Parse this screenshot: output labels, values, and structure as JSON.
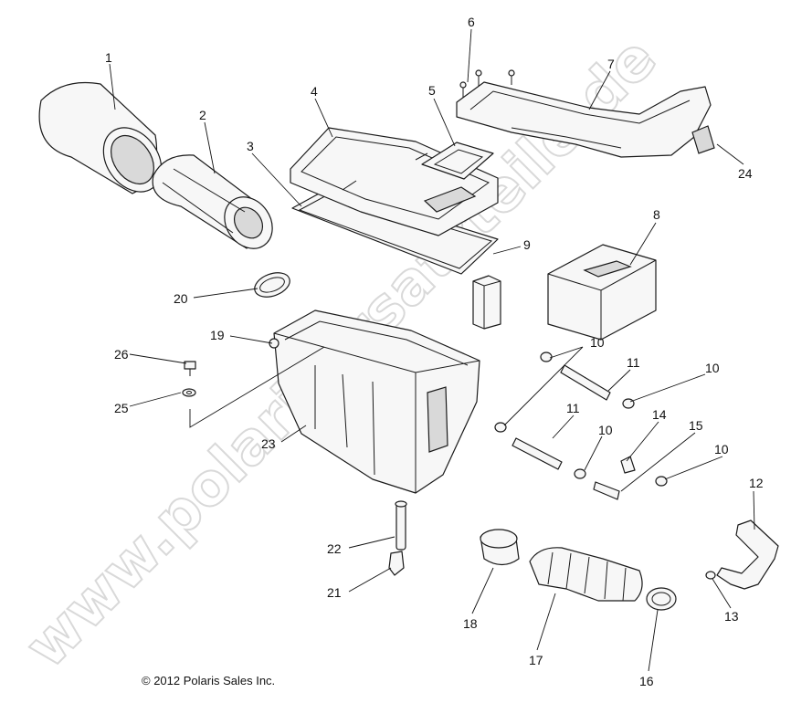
{
  "watermark": "www.polarisersatzteile.de",
  "copyright": "© 2012 Polaris Sales Inc.",
  "callouts": {
    "c1": "1",
    "c2": "2",
    "c3": "3",
    "c4": "4",
    "c5": "5",
    "c6": "6",
    "c7": "7",
    "c8": "8",
    "c9": "9",
    "c10a": "10",
    "c10b": "10",
    "c10c": "10",
    "c10d": "10",
    "c11a": "11",
    "c11b": "11",
    "c12": "12",
    "c13": "13",
    "c14": "14",
    "c15": "15",
    "c16": "16",
    "c17": "17",
    "c18": "18",
    "c19": "19",
    "c20": "20",
    "c21": "21",
    "c22": "22",
    "c23": "23",
    "c24": "24",
    "c25": "25",
    "c26": "26"
  }
}
